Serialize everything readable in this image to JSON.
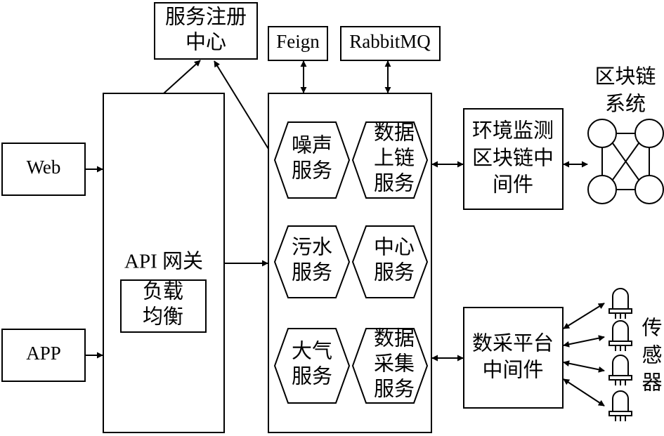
{
  "nodes": {
    "registry": [
      "服务注册",
      "中心"
    ],
    "feign": "Feign",
    "rabbitmq": "RabbitMQ",
    "web": "Web",
    "app": "APP",
    "gateway": "API 网关",
    "load_balance": [
      "负载",
      "均衡"
    ],
    "noise_service": [
      "噪声",
      "服务"
    ],
    "chain_service": [
      "数据",
      "上链",
      "服务"
    ],
    "sewage_service": [
      "污水",
      "服务"
    ],
    "center_service": [
      "中心",
      "服务"
    ],
    "air_service": [
      "大气",
      "服务"
    ],
    "collect_service": [
      "数据",
      "采集",
      "服务"
    ],
    "env_middleware": [
      "环境监测",
      "区块链中",
      "间件"
    ],
    "blockchain_system": [
      "区块链",
      "系统"
    ],
    "data_platform": [
      "数采平台",
      "中间件"
    ],
    "sensors": [
      "传",
      "感",
      "器"
    ]
  },
  "colors": {
    "stroke": "#000000",
    "background": "#ffffff"
  },
  "icons": {
    "sensor": "sensor-icon",
    "blockchain": "blockchain-network-icon"
  }
}
